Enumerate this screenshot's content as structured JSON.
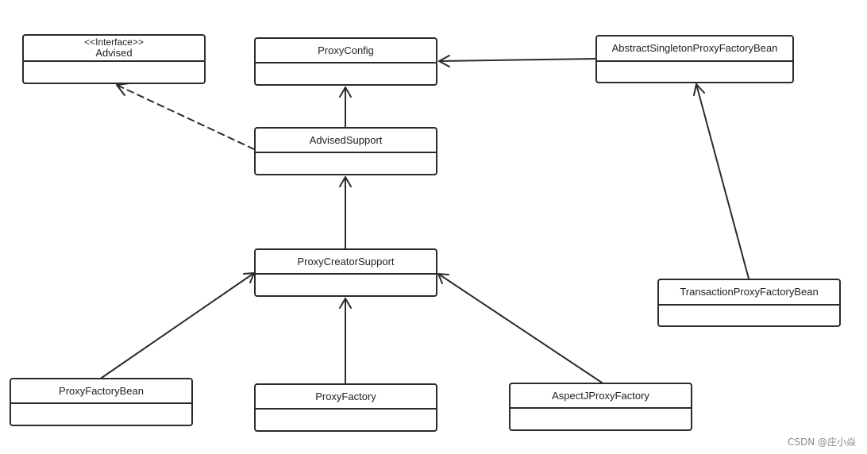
{
  "classes": {
    "advised": {
      "stereotype": "<<Interface>>",
      "name": "Advised"
    },
    "proxy_config": {
      "name": "ProxyConfig"
    },
    "abstract_singleton": {
      "name": "AbstractSingletonProxyFactoryBean"
    },
    "advised_support": {
      "name": "AdvisedSupport"
    },
    "proxy_creator_support": {
      "name": "ProxyCreatorSupport"
    },
    "transaction_proxy": {
      "name": "TransactionProxyFactoryBean"
    },
    "proxy_factory_bean": {
      "name": "ProxyFactoryBean"
    },
    "proxy_factory": {
      "name": "ProxyFactory"
    },
    "aspectj_proxy_factory": {
      "name": "AspectJProxyFactory"
    }
  },
  "relationships": [
    {
      "from": "AdvisedSupport",
      "to": "Advised",
      "type": "realization"
    },
    {
      "from": "AdvisedSupport",
      "to": "ProxyConfig",
      "type": "generalization"
    },
    {
      "from": "AbstractSingletonProxyFactoryBean",
      "to": "ProxyConfig",
      "type": "generalization"
    },
    {
      "from": "ProxyCreatorSupport",
      "to": "AdvisedSupport",
      "type": "generalization"
    },
    {
      "from": "TransactionProxyFactoryBean",
      "to": "AbstractSingletonProxyFactoryBean",
      "type": "generalization"
    },
    {
      "from": "ProxyFactoryBean",
      "to": "ProxyCreatorSupport",
      "type": "generalization"
    },
    {
      "from": "ProxyFactory",
      "to": "ProxyCreatorSupport",
      "type": "generalization"
    },
    {
      "from": "AspectJProxyFactory",
      "to": "ProxyCreatorSupport",
      "type": "generalization"
    }
  ],
  "watermark": "CSDN @庄小焱",
  "colors": {
    "line": "#2b2b2b",
    "watermark": "#8a8a8a"
  }
}
